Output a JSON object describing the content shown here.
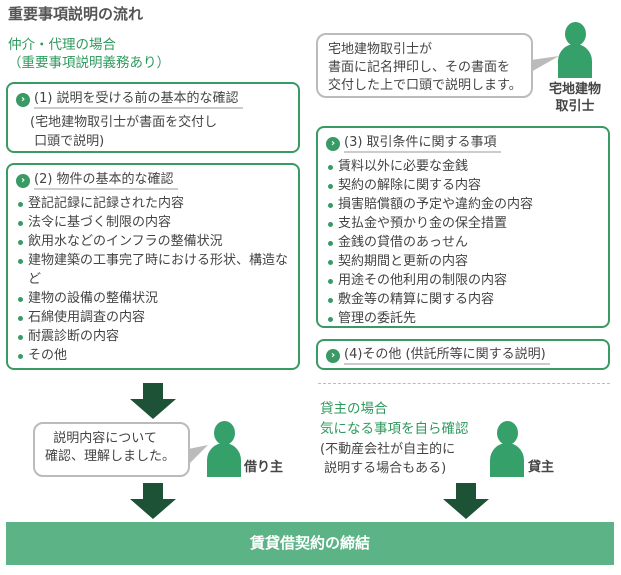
{
  "title": "重要事項説明の流れ",
  "broker_case": {
    "line1": "仲介・代理の場合",
    "line2": "（重要事項説明義務あり）"
  },
  "agent_bubble": "宅地建物取引士が\n書面に記名押印し、その書面を\n交付した上で口頭で説明します。",
  "agent_label": "宅地建物\n取引士",
  "box1": {
    "heading": "(1) 説明を受ける前の基本的な確認",
    "note": "(宅地建物取引士が書面を交付し\n 口頭で説明)"
  },
  "box2": {
    "heading": "(2) 物件の基本的な確認",
    "items": [
      "登記記録に記録された内容",
      "法令に基づく制限の内容",
      "飲用水などのインフラの整備状況",
      "建物建築の工事完了時における形状、構造など",
      "建物の設備の整備状況",
      "石綿使用調査の内容",
      "耐震診断の内容",
      "その他"
    ]
  },
  "box3": {
    "heading": "(3) 取引条件に関する事項",
    "items": [
      "賃料以外に必要な金銭",
      "契約の解除に関する内容",
      "損害賠償額の予定や違約金の内容",
      "支払金や預かり金の保全措置",
      "金銭の貸借のあっせん",
      "契約期間と更新の内容",
      "用途その他利用の制限の内容",
      "敷金等の精算に関する内容",
      "管理の委託先"
    ]
  },
  "box4": {
    "heading": "(4)その他 (供託所等に関する説明)"
  },
  "tenant_bubble": "  説明内容について\n確認、理解しました。",
  "tenant_label": "借り主",
  "landlord_case": {
    "line1": "貸主の場合",
    "line2": "気になる事項を自ら確認",
    "note": "(不動産会社が自主的に\n 説明する場合もある)"
  },
  "landlord_label": "貸主",
  "conclusion": "賃貸借契約の締結"
}
